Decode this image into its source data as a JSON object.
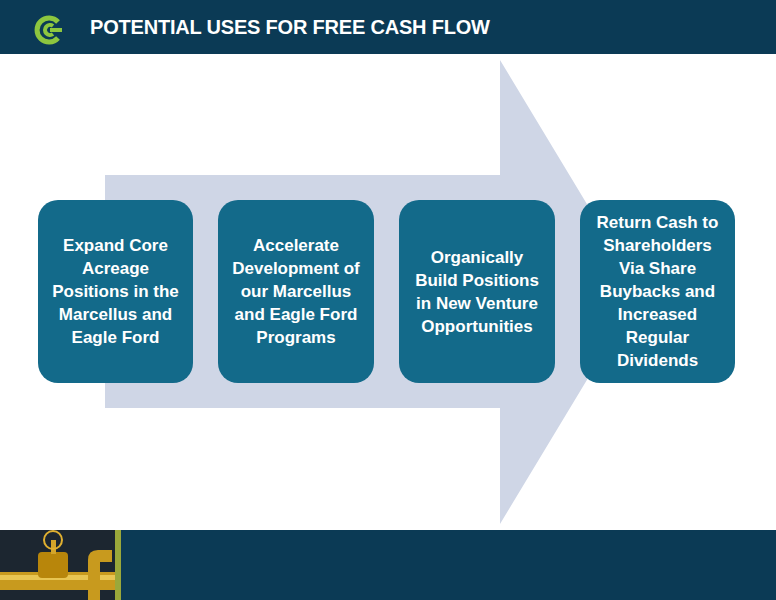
{
  "diagram": {
    "title": "POTENTIAL USES FOR FREE CASH FLOW",
    "nodes": [
      {
        "text": [
          "Expand Core Acreage Positions in the Marcellus and Eagle Ford"
        ]
      },
      {
        "text": [
          "Accelerate Development of our Marcellus and Eagle Ford Programs"
        ]
      },
      {
        "text": [
          "Organically Build Positions in New Venture Opportunities"
        ]
      },
      {
        "text": [
          "Return Cash to Shareholders Via Share Buybacks and Increased Regular Dividends"
        ]
      }
    ]
  }
}
